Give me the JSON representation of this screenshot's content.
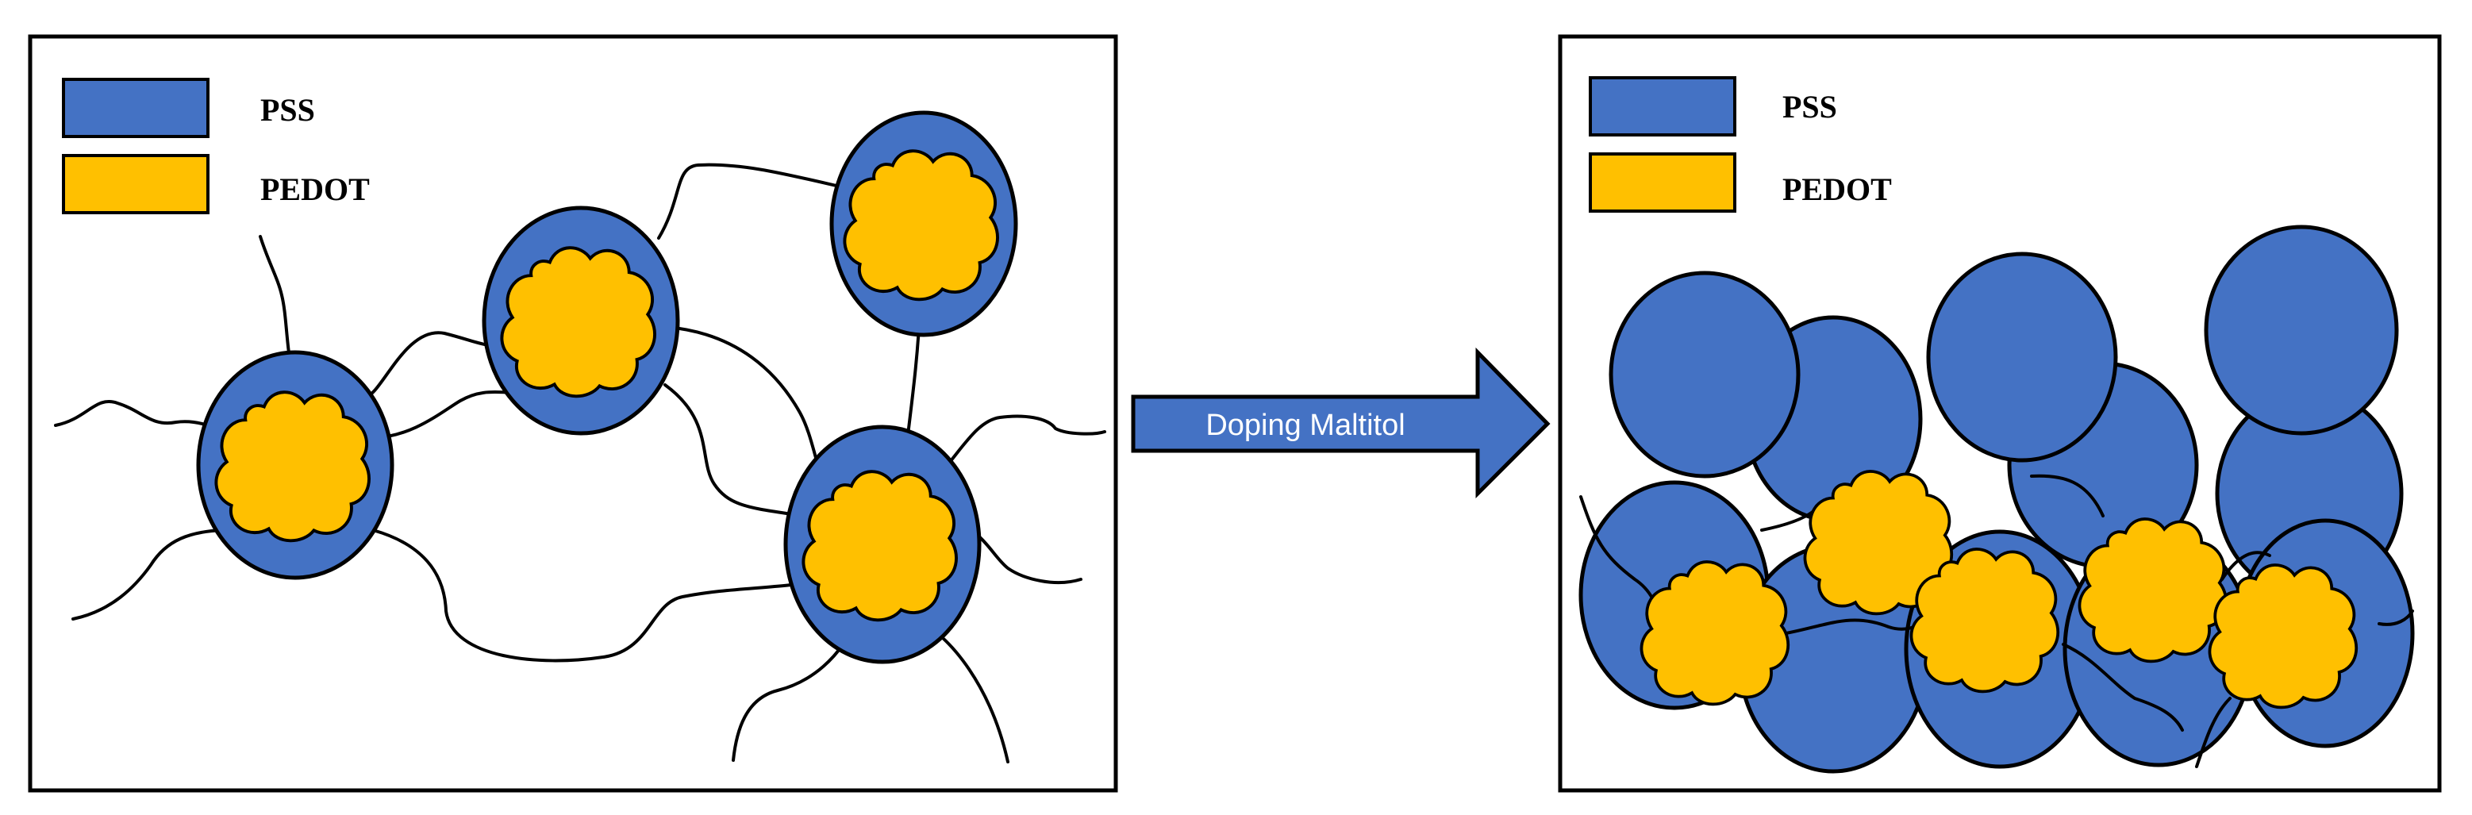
{
  "colors": {
    "pss": "#4472C4",
    "pedot": "#FFC000",
    "outline": "#000000",
    "arrow_fill": "#4472C4"
  },
  "legend": {
    "pss_label": "PSS",
    "pedot_label": "PEDOT"
  },
  "arrow": {
    "label": "Doping Maltitol"
  }
}
